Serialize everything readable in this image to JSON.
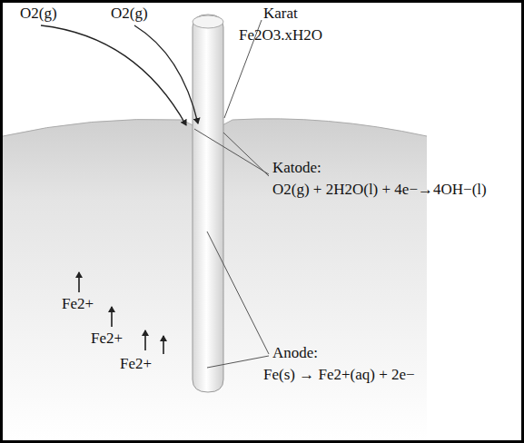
{
  "diagram": {
    "labels": [
      "O2(g)",
      "O2(g)",
      "Karat",
      "Fe2O3.xH2O",
      "Katode:",
      "O2(g) + 2H2O(l) + 4e−→4OH−(l)",
      "Fe2+",
      "Fe2+",
      "Fe2+",
      "Anode:",
      "Fe(s) → Fe2+(aq) + 2e−"
    ]
  }
}
